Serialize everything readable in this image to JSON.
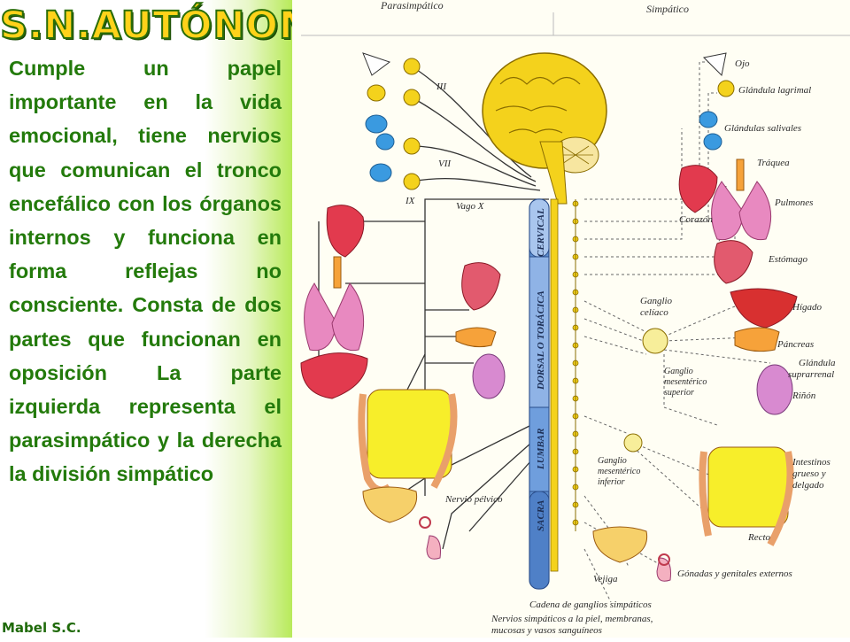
{
  "title": "S.N.AUTÓNOMO",
  "body_text": "Cumple un papel importante en la vida emocional, tiene nervios que comunican el tronco encefálico con los órganos internos y funciona en forma reflejas no consciente. Consta de dos partes que funcionan en oposición La parte izquierda representa el parasimpático y la derecha la división simpático",
  "author": "Mabel S.C.",
  "diagram": {
    "header_left": "Parasimpático",
    "header_right": "Simpático",
    "nerves": {
      "iii": "III",
      "vii": "VII",
      "ix": "IX",
      "vago": "Vago X",
      "pelvico": "Nervio pélvico"
    },
    "spine": {
      "cervical": "CERVICAL",
      "dorsal": "DORSAL O TORÁCICA",
      "lumbar": "LUMBAR",
      "sacra": "SACRA"
    },
    "labels": {
      "ojo": "Ojo",
      "glandula_lagrimal": "Glándula lagrimal",
      "glandulas_salivales": "Glándulas salivales",
      "traquea": "Tráquea",
      "pulmones": "Pulmones",
      "corazon": "Corazón",
      "estomago": "Estómago",
      "ganglio_celiaco_1": "Ganglio",
      "ganglio_celiaco_2": "celíaco",
      "higado": "Hígado",
      "pancreas": "Páncreas",
      "glandula_supr_1": "Glándula",
      "glandula_supr_2": "suprarrenal",
      "rinon": "Riñón",
      "gms_1": "Ganglio",
      "gms_2": "mesentérico",
      "gms_3": "superior",
      "gmi_1": "Ganglio",
      "gmi_2": "mesentérico",
      "gmi_3": "inferior",
      "intestinos_1": "Intestinos",
      "intestinos_2": "grueso y",
      "intestinos_3": "delgado",
      "recto": "Recto",
      "gonadas": "Gónadas y genitales externos",
      "vejiga": "Vejiga",
      "cadena": "Cadena de ganglios simpáticos",
      "nervios_simp_1": "Nervios simpáticos a la piel, membranas,",
      "nervios_simp_2": "mucosas y vasos sanguíneos"
    }
  },
  "colors": {
    "title_fill": "#ffd21a",
    "title_outline": "#2a6e08",
    "text": "#237a0b",
    "gradient_end": "#b8ea5a"
  }
}
